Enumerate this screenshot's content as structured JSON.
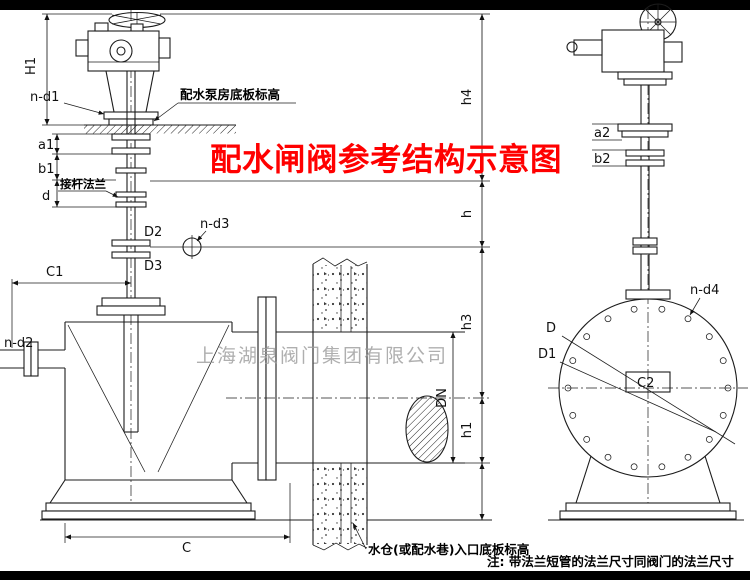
{
  "title": "配水闸阀参考结构示意图",
  "watermark": "上海湖泉阀门集团有限公司",
  "footnote": "注: 带法兰短管的法兰尺寸同阀门的法兰尺寸",
  "annotations": {
    "pump_room_floor": "配水泵房底板标高",
    "rod_flange": "接杆法兰",
    "sump_inlet_floor": "水仓(或配水巷)入口底板标高"
  },
  "dims": {
    "H1": "H1",
    "n_d1": "n-d1",
    "a1": "a1",
    "b1": "b1",
    "d": "d",
    "D2": "D2",
    "n_d3": "n-d3",
    "D3": "D3",
    "C1": "C1",
    "n_d2": "n-d2",
    "C": "C",
    "DN": "DN",
    "h4": "h4",
    "h": "h",
    "h3": "h3",
    "h1": "h1",
    "a2": "a2",
    "b2": "b2",
    "n_d4": "n-d4",
    "D": "D",
    "D1": "D1",
    "C2": "C2"
  },
  "colors": {
    "title_red": "#ff0000",
    "line": "#1c1c1c",
    "watermark_gray": "#9c9c9c",
    "letterbox": "#000000"
  }
}
